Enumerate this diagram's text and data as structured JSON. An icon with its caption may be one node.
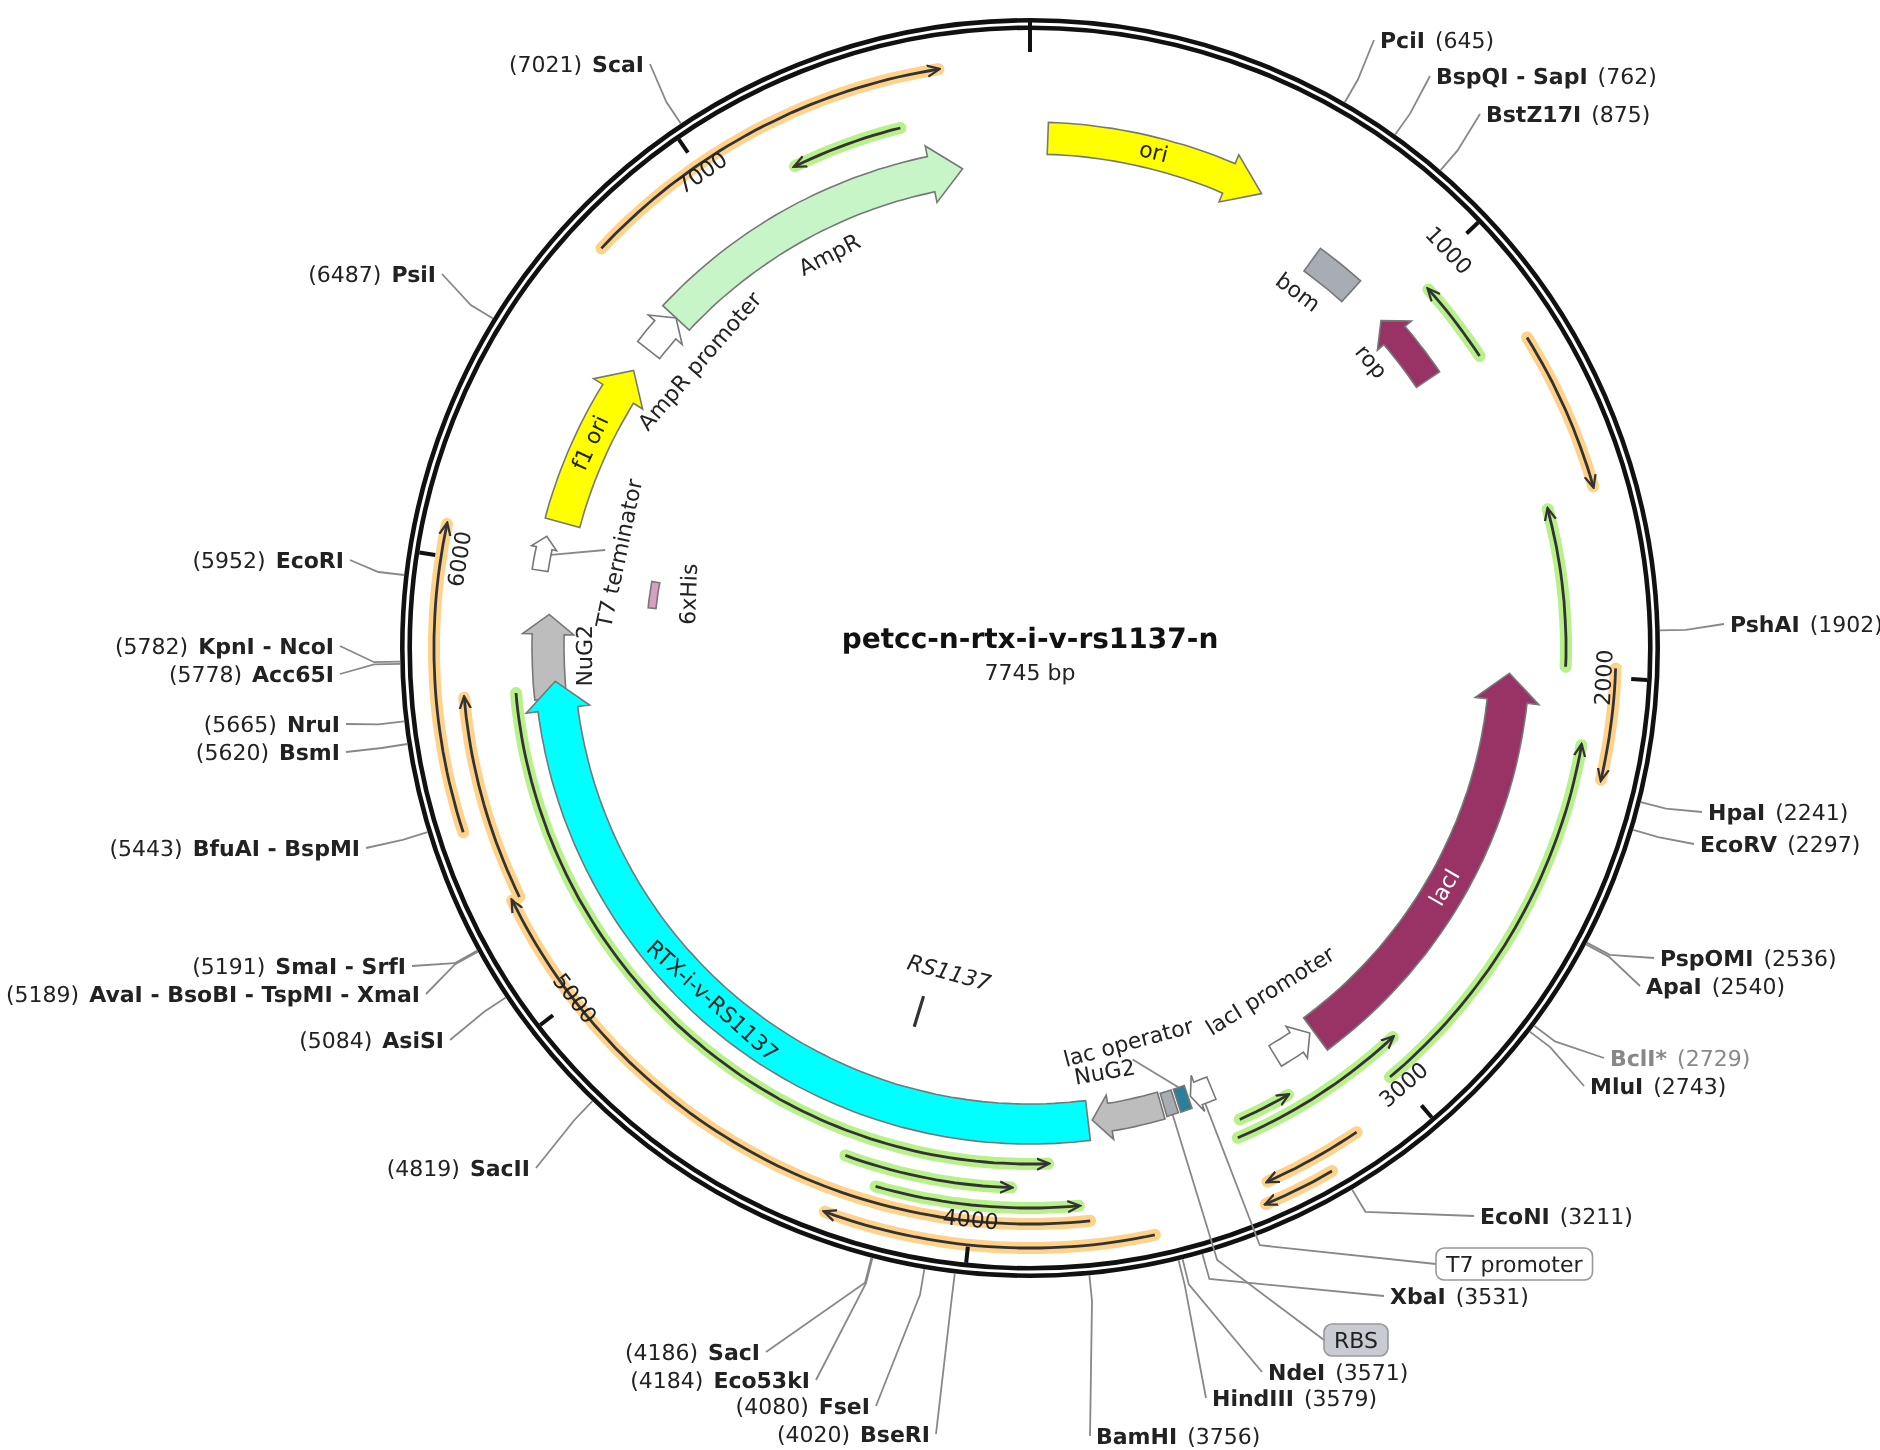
{
  "diagram": {
    "title": "petcc-n-rtx-i-v-rs1137-n",
    "nodes": [
      {
        "text": [
          "(7021)",
          "ScaI"
        ]
      },
      {
        "text": [
          "PciI",
          "(645)"
        ]
      },
      {
        "text": [
          "BspQI - SapI",
          "(762)"
        ]
      },
      {
        "text": [
          "BstZ17I",
          "(875)"
        ]
      },
      {
        "text": [
          "(6487)",
          "PsiI"
        ]
      },
      {
        "text": [
          "PshAI",
          "(1902)"
        ]
      },
      {
        "text": [
          "(5952)",
          "EcoRI"
        ]
      },
      {
        "text": [
          "(5782)",
          "KpnI - NcoI"
        ]
      },
      {
        "text": [
          "(5778)",
          "Acc65I"
        ]
      },
      {
        "text": [
          "(5665)",
          "NruI"
        ]
      },
      {
        "text": [
          "(5620)",
          "BsmI"
        ]
      },
      {
        "text": [
          "HpaI",
          "(2241)"
        ]
      },
      {
        "text": [
          "EcoRV",
          "(2297)"
        ]
      },
      {
        "text": [
          "(5443)",
          "BfuAI - BspMI"
        ]
      },
      {
        "text": [
          "PspOMI",
          "(2536)"
        ]
      },
      {
        "text": [
          "ApaI",
          "(2540)"
        ]
      },
      {
        "text": [
          "(5191)",
          "SmaI - SrfI"
        ]
      },
      {
        "text": [
          "(5189)",
          "AvaI - BsoBI - TspMI - XmaI"
        ]
      },
      {
        "text": [
          "BclI*",
          "(2729)"
        ]
      },
      {
        "text": [
          "MluI",
          "(2743)"
        ]
      },
      {
        "text": [
          "(5084)",
          "AsiSI"
        ]
      },
      {
        "text": [
          "(4819)",
          "SacII"
        ]
      },
      {
        "text": [
          "EcoNI",
          "(3211)"
        ]
      },
      {
        "text": [
          "T7 promoter"
        ]
      },
      {
        "text": [
          "XbaI",
          "(3531)"
        ]
      },
      {
        "text": [
          "RBS"
        ]
      },
      {
        "text": [
          "(4186)",
          "SacI"
        ]
      },
      {
        "text": [
          "(4184)",
          "Eco53kI"
        ]
      },
      {
        "text": [
          "NdeI",
          "(3571)"
        ]
      },
      {
        "text": [
          "(4080)",
          "FseI"
        ]
      },
      {
        "text": [
          "HindIII",
          "(3579)"
        ]
      },
      {
        "text": [
          "(4020)",
          "BseRI"
        ]
      },
      {
        "text": [
          "BamHI",
          "(3756)"
        ]
      },
      {
        "text": [
          "ori"
        ]
      },
      {
        "text": [
          "AmpR"
        ]
      },
      {
        "text": [
          "AmpR promoter"
        ]
      },
      {
        "text": [
          "f1 ori"
        ]
      },
      {
        "text": [
          "T7 terminator"
        ]
      },
      {
        "text": [],
        "shape": "arrow"
      },
      {
        "text": [
          "6xHis"
        ]
      },
      {
        "text": [
          "NuG2"
        ]
      },
      {
        "text": [
          "RTX-i-v-RS1137"
        ]
      },
      {
        "text": [
          "bom"
        ]
      },
      {
        "text": [
          "rop"
        ]
      },
      {
        "text": [
          "lacI"
        ]
      },
      {
        "text": [
          "lacI promoter"
        ]
      },
      {
        "text": [
          "RS1137"
        ]
      },
      {
        "text": [
          "lac operator"
        ]
      },
      {
        "text": [
          "NuG2"
        ]
      },
      {
        "text": [],
        "shape": "box"
      },
      {
        "text": [],
        "shape": "box"
      },
      {
        "text": [],
        "shape": "arrow"
      }
    ],
    "edges": [
      {
        "from": 0,
        "to": null,
        "arrow": "none"
      },
      {
        "from": 1,
        "to": null,
        "arrow": "none"
      },
      {
        "from": 2,
        "to": null,
        "arrow": "none"
      },
      {
        "from": 3,
        "to": null,
        "arrow": "none"
      },
      {
        "from": 4,
        "to": null,
        "arrow": "none"
      },
      {
        "from": 5,
        "to": null,
        "arrow": "none"
      },
      {
        "from": 6,
        "to": null,
        "arrow": "none"
      },
      {
        "from": 7,
        "to": null,
        "arrow": "none"
      },
      {
        "from": 8,
        "to": null,
        "arrow": "none"
      },
      {
        "from": 9,
        "to": null,
        "arrow": "none"
      },
      {
        "from": 10,
        "to": null,
        "arrow": "none"
      },
      {
        "from": 11,
        "to": null,
        "arrow": "none"
      },
      {
        "from": 12,
        "to": null,
        "arrow": "none"
      },
      {
        "from": 13,
        "to": null,
        "arrow": "none"
      },
      {
        "from": 14,
        "to": null,
        "arrow": "none"
      },
      {
        "from": 15,
        "to": null,
        "arrow": "none"
      },
      {
        "from": 16,
        "to": null,
        "arrow": "none"
      },
      {
        "from": 17,
        "to": null,
        "arrow": "none"
      },
      {
        "from": 18,
        "to": null,
        "arrow": "none"
      },
      {
        "from": 19,
        "to": null,
        "arrow": "none"
      },
      {
        "from": 20,
        "to": null,
        "arrow": "none"
      },
      {
        "from": 21,
        "to": null,
        "arrow": "none"
      },
      {
        "from": 22,
        "to": null,
        "arrow": "none"
      },
      {
        "from": 23,
        "to": 51,
        "arrow": "none"
      },
      {
        "from": 24,
        "to": null,
        "arrow": "none"
      },
      {
        "from": 25,
        "to": 49,
        "arrow": "none"
      },
      {
        "from": 26,
        "to": null,
        "arrow": "none"
      },
      {
        "from": 27,
        "to": null,
        "arrow": "none"
      },
      {
        "from": 28,
        "to": null,
        "arrow": "none"
      },
      {
        "from": 29,
        "to": null,
        "arrow": "none"
      },
      {
        "from": 30,
        "to": null,
        "arrow": "none"
      },
      {
        "from": 31,
        "to": null,
        "arrow": "none"
      },
      {
        "from": 32,
        "to": null,
        "arrow": "none"
      },
      {
        "from": 37,
        "to": 38,
        "arrow": "none"
      },
      {
        "from": 47,
        "to": 50,
        "arrow": "none"
      }
    ],
    "labels": [
      "7000",
      "1000",
      "6000",
      "2000",
      "7745 bp",
      "5000",
      "3000",
      "4000"
    ]
  }
}
